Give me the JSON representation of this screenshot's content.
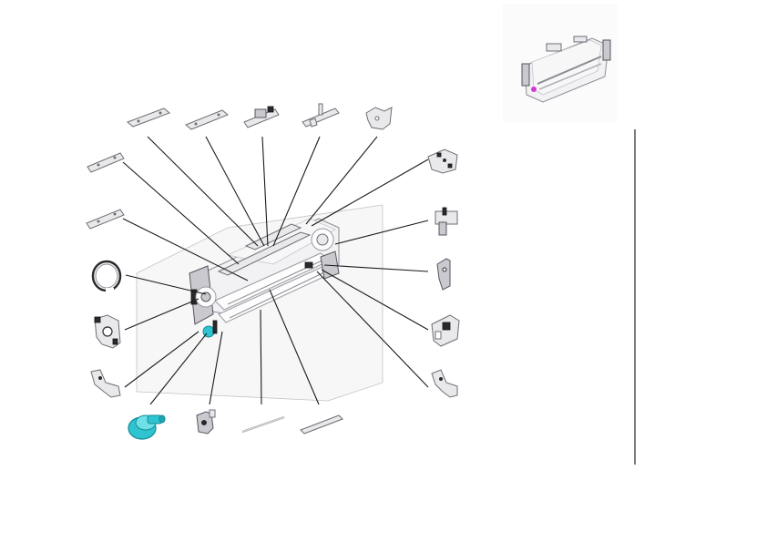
{
  "diagram": {
    "type": "exploded-parts-view",
    "accent_colors": {
      "gear": "#2fc4cf",
      "gear_dark": "#138a96",
      "mini_magenta": "#d23bd0"
    },
    "parts": [
      {
        "id": "shaft-bracket-a"
      },
      {
        "id": "shaft-bracket-b"
      },
      {
        "id": "sensor-bracket"
      },
      {
        "id": "guide-plate"
      },
      {
        "id": "mount-plate"
      },
      {
        "id": "bearing-holder-top"
      },
      {
        "id": "left-rail-upper"
      },
      {
        "id": "left-rail-lower"
      },
      {
        "id": "snap-ring"
      },
      {
        "id": "side-frame-plate"
      },
      {
        "id": "lever-left"
      },
      {
        "id": "drive-gear"
      },
      {
        "id": "lock-lever"
      },
      {
        "id": "thin-rod"
      },
      {
        "id": "flat-bar"
      },
      {
        "id": "bracket-right-upper"
      },
      {
        "id": "latch-arm"
      },
      {
        "id": "clamp-block"
      },
      {
        "id": "lever-right"
      }
    ]
  }
}
